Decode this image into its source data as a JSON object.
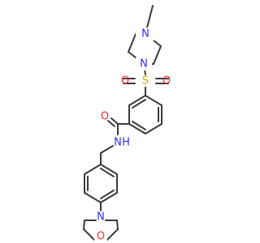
{
  "colors": {
    "bond": "#3a3a3a",
    "N": "#2c2cff",
    "O": "#ff2a2a",
    "S": "#c8b400"
  },
  "atoms": {
    "n_methylpiperazine": "N",
    "n_sulfonyl": "N",
    "s_sulfonyl": "S",
    "o_sulfonyl_left": "O",
    "o_sulfonyl_right": "O",
    "o_carbonyl": "O",
    "n_amide": "N",
    "h_amide": "H",
    "n_morpholine": "N",
    "o_morpholine": "O"
  }
}
